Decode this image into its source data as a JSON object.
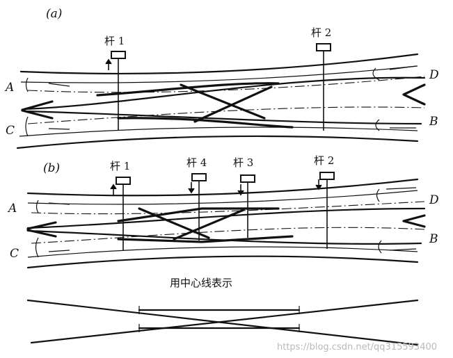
{
  "panel_a": {
    "label": "(a)",
    "poles": [
      "杆 1",
      "杆 2"
    ],
    "ends": {
      "A": "A",
      "B": "B",
      "C": "C",
      "D": "D"
    }
  },
  "panel_b": {
    "label": "(b)",
    "poles": [
      "杆 1",
      "杆 4",
      "杆 3",
      "杆 2"
    ],
    "ends": {
      "A": "A",
      "B": "B",
      "C": "C",
      "D": "D"
    }
  },
  "centerline": {
    "caption": "用中心线表示"
  },
  "watermark": "https://blog.csdn.net/qq315593400"
}
